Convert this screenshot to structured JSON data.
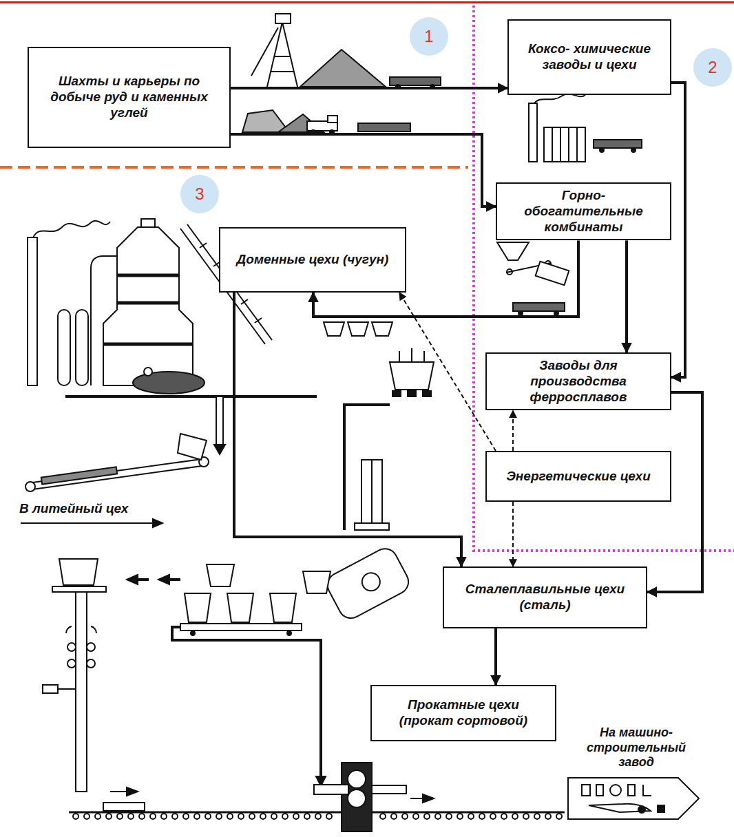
{
  "diagram": {
    "nodes": [
      {
        "text": [
          "Шахты и карьеры по добыче руд и каменных углей"
        ]
      },
      {
        "text": [
          "Коксо- химические заводы и цехи"
        ]
      },
      {
        "text": [
          "Горно- обогатительные комбинаты"
        ]
      },
      {
        "text": [
          "Доменные цехи (чугун)"
        ]
      },
      {
        "text": [
          "Заводы для производства ферросплавов"
        ]
      },
      {
        "text": [
          "Энергетические цехи"
        ]
      },
      {
        "text": [
          "Сталеплавильные цехи (сталь)"
        ]
      },
      {
        "text": [
          "Прокатные цехи (прокат сортовой)"
        ]
      }
    ],
    "edges": [
      {
        "from": 0,
        "to": 1,
        "arrow": "to"
      },
      {
        "from": 0,
        "to": 2,
        "arrow": "to"
      },
      {
        "from": 1,
        "to": 4,
        "arrow": "to"
      },
      {
        "from": 2,
        "to": 3,
        "arrow": "to"
      },
      {
        "from": 2,
        "to": 4,
        "arrow": "to"
      },
      {
        "from": 5,
        "to": 3,
        "arrow": "to"
      },
      {
        "from": 5,
        "to": 4,
        "arrow": "to"
      },
      {
        "from": 5,
        "to": 6,
        "arrow": "to"
      },
      {
        "from": 3,
        "to": 6,
        "arrow": "to"
      },
      {
        "from": 4,
        "to": 6,
        "arrow": "to"
      },
      {
        "from": 6,
        "to": 7,
        "arrow": "to"
      }
    ],
    "labels": [
      "1",
      "2",
      "3",
      "В литейный цех",
      "На машино- строительный завод"
    ]
  }
}
